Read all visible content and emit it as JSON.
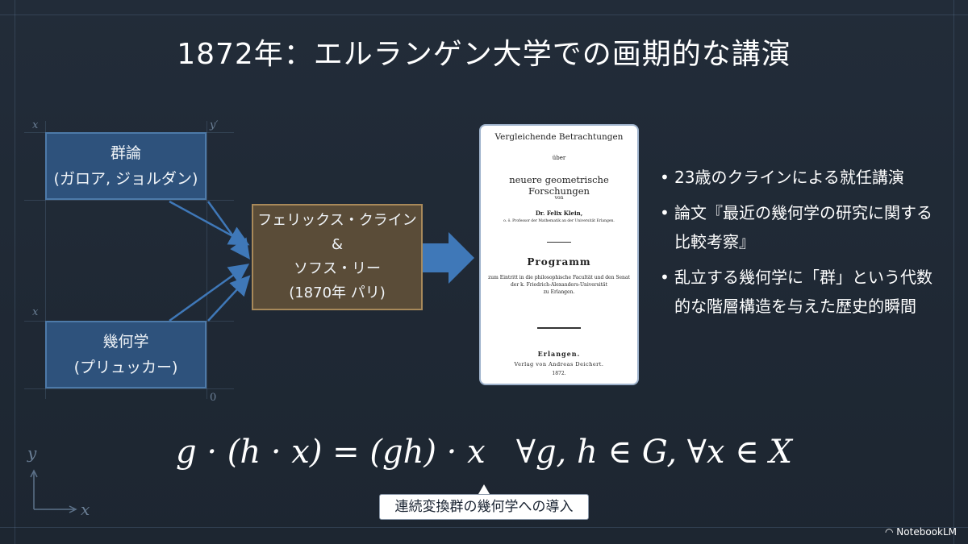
{
  "title": "1872年：エルランゲン大学での画期的な講演",
  "boxes": {
    "group_theory": [
      "群論",
      "(ガロア, ジョルダン)"
    ],
    "geometry": [
      "幾何学",
      "(プリュッカー)"
    ],
    "klein_lie": [
      "フェリックス・クライン",
      "&",
      "ソフス・リー",
      "(1870年 パリ)"
    ]
  },
  "axis_labels": {
    "top_x": "x",
    "top_y": "y′",
    "bottom_x": "x",
    "zero": "0",
    "corner_y": "y",
    "corner_x": "x"
  },
  "document": {
    "line1": "Vergleichende Betrachtungen",
    "line2": "über",
    "line3": "neuere geometrische Forschungen",
    "line4": "von",
    "author": "Dr. Felix Klein,",
    "author_title": "o. ö. Professor der Mathematik an der Universität Erlangen.",
    "program": "Programm",
    "program_text": [
      "zum Eintritt in die philosophische Facultät und den Senat",
      "der k. Friedrich-Alexanders-Universität",
      "zu Erlangen."
    ],
    "place": "Erlangen.",
    "publisher": "Verlag von Andreas Deichert.",
    "year": "1872."
  },
  "bullets": [
    "23歳のクラインによる就任講演",
    "論文『最近の幾何学の研究に関する比較考察』",
    "乱立する幾何学に「群」という代数的な階層構造を与えた歴史的瞬間"
  ],
  "bullet_symbol": "•",
  "formula": "g · (h · x) = (gh) · x   ∀g, h ∈ G, ∀x ∈ X",
  "formula_tag": "連続変換群の幾何学への導入",
  "brand": "NotebookLM",
  "colors": {
    "background": "#1c2531",
    "blue_box": "#2e527c",
    "klein_box": "#5a4c38",
    "arrow": "#3f78b8"
  }
}
